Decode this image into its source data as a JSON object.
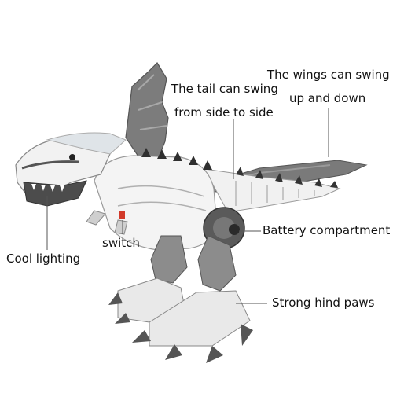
{
  "annotations": {
    "tail": [
      "The tail can swing",
      "from side to side"
    ],
    "wings": [
      "The wings can swing",
      "up and down"
    ],
    "battery": "Battery compartment",
    "switch": "switch",
    "lighting": "Cool lighting",
    "paws": "Strong hind paws"
  },
  "colors": {
    "body_white": "#f4f4f4",
    "body_grey": "#8a8a8a",
    "dark_grey": "#4a4a4a",
    "wing_grey": "#6e6e6e",
    "leader_line": "#555555"
  }
}
